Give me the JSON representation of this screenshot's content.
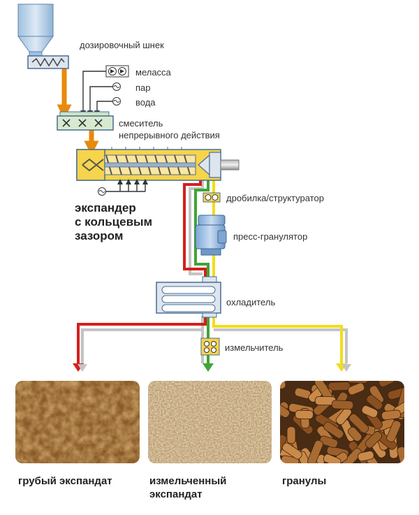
{
  "labels": {
    "screw_feeder": "дозировочный шнек",
    "molasses": "меласса",
    "steam": "пар",
    "water": "вода",
    "mixer_line1": "смеситель",
    "mixer_line2": "непрерывного действия",
    "expander_line1": "экспандер",
    "expander_line2": "с кольцевым",
    "expander_line3": "зазором",
    "crusher": "дробилка/структуратор",
    "pellet_press": "пресс-гранулятор",
    "cooler": "охладитель",
    "grinder": "измельчитель"
  },
  "products": [
    {
      "line1": "грубый экспандат",
      "line2": ""
    },
    {
      "line1": "измельченный",
      "line2": "экспандат"
    },
    {
      "line1": "гранулы",
      "line2": ""
    }
  ],
  "colors": {
    "orange": "#e88a0c",
    "red": "#d4201b",
    "green": "#3fa535",
    "yellow": "#f2dc1c",
    "gray": "#c4c4c4",
    "equipment": "#dde5ef",
    "equipment_edge": "#4a6d94",
    "expander_yellow": "#f6d44c"
  }
}
